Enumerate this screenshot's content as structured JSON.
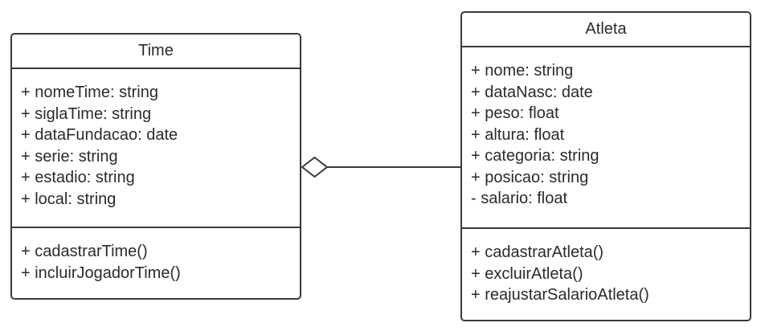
{
  "classes": {
    "time": {
      "name": "Time",
      "attributes": [
        "+ nomeTime: string",
        "+ siglaTime: string",
        "+ dataFundacao: date",
        "+ serie: string",
        "+ estadio: string",
        "+ local: string"
      ],
      "methods": [
        "+ cadastrarTime()",
        "+ incluirJogadorTime()"
      ]
    },
    "atleta": {
      "name": "Atleta",
      "attributes": [
        "+ nome: string",
        "+ dataNasc: date",
        "+ peso: float",
        "+ altura: float",
        "+ categoria: string",
        "+ posicao: string",
        "- salario: float"
      ],
      "methods": [
        "+ cadastrarAtleta()",
        "+ excluirAtleta()",
        "+ reajustarSalarioAtleta()"
      ]
    }
  },
  "association": {
    "type": "aggregation",
    "whole": "Time",
    "part": "Atleta",
    "line_color": "#3a3a3a"
  }
}
